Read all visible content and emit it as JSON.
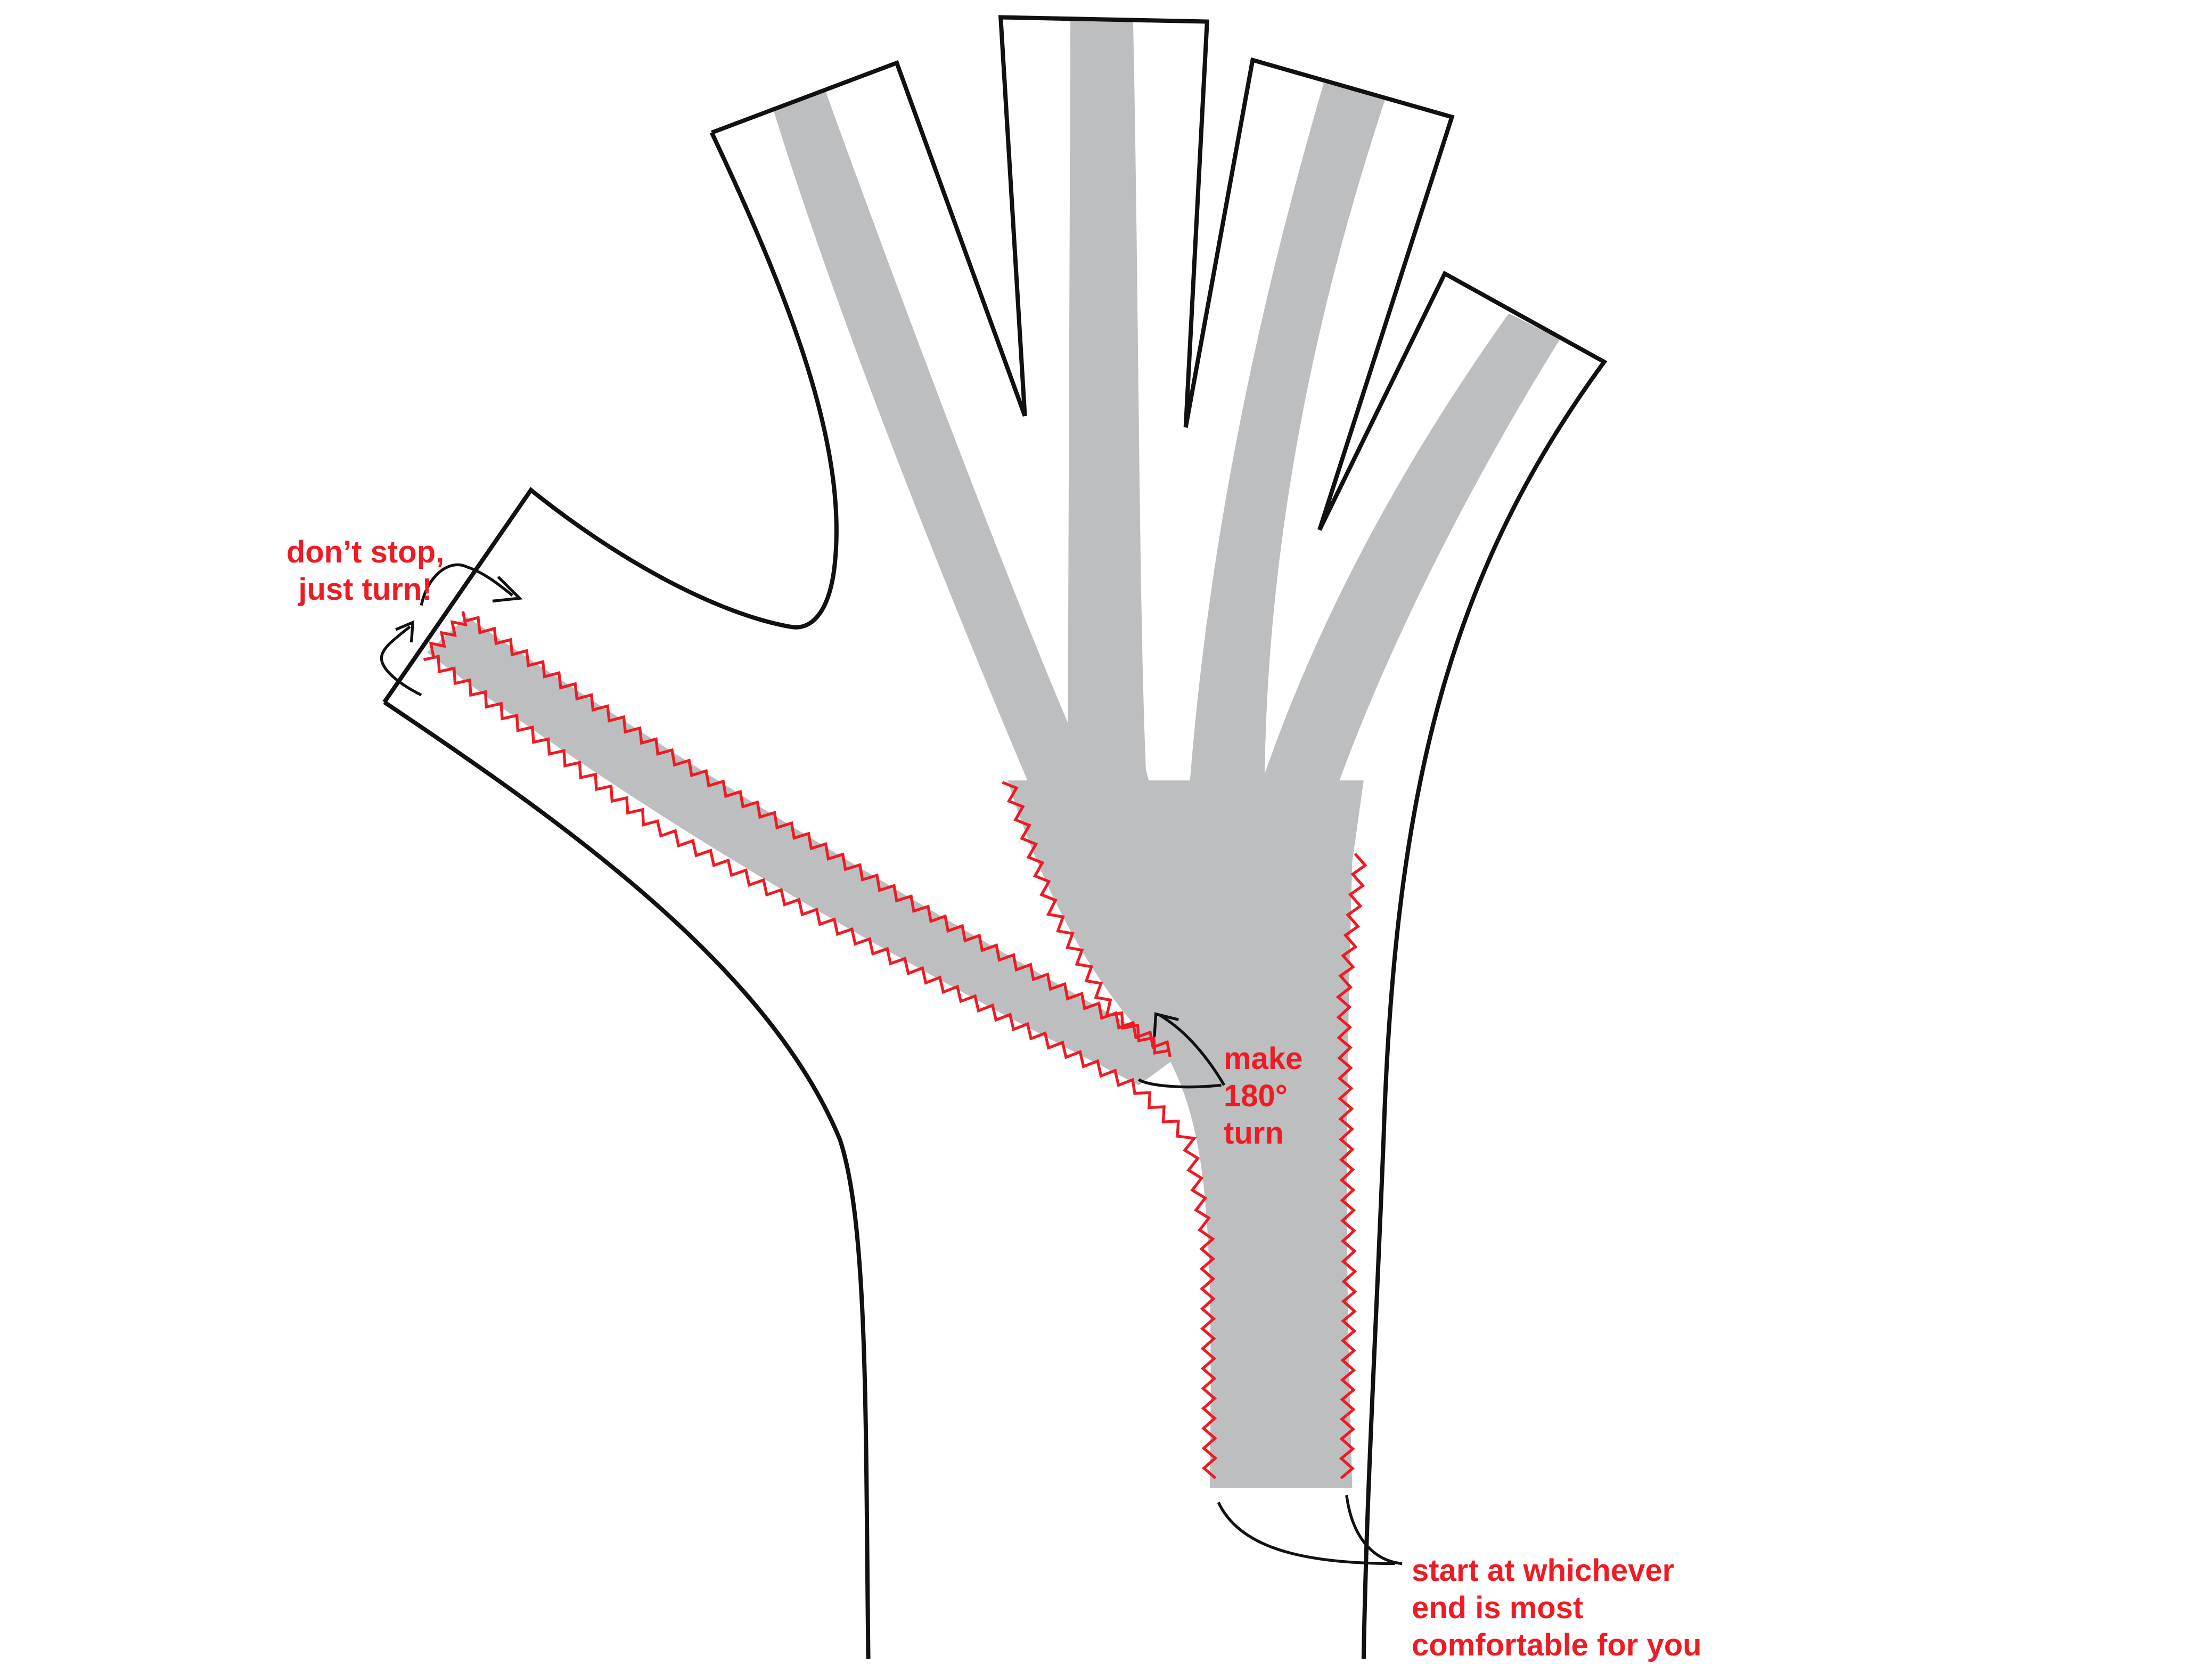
{
  "colors": {
    "outline": "#111111",
    "stabilizer": "#bcbec0",
    "zigzag": "#ed1c24",
    "text": "#ed1c24"
  },
  "annotations": {
    "dont_stop": {
      "line1": "don’t stop,",
      "line2": "just turn!"
    },
    "make_turn": {
      "line1": "make",
      "line2": "180°",
      "line3": "turn"
    },
    "start_end": {
      "line1": "start at whichever",
      "line2": "end is most",
      "line3": "comfortable for you"
    }
  }
}
